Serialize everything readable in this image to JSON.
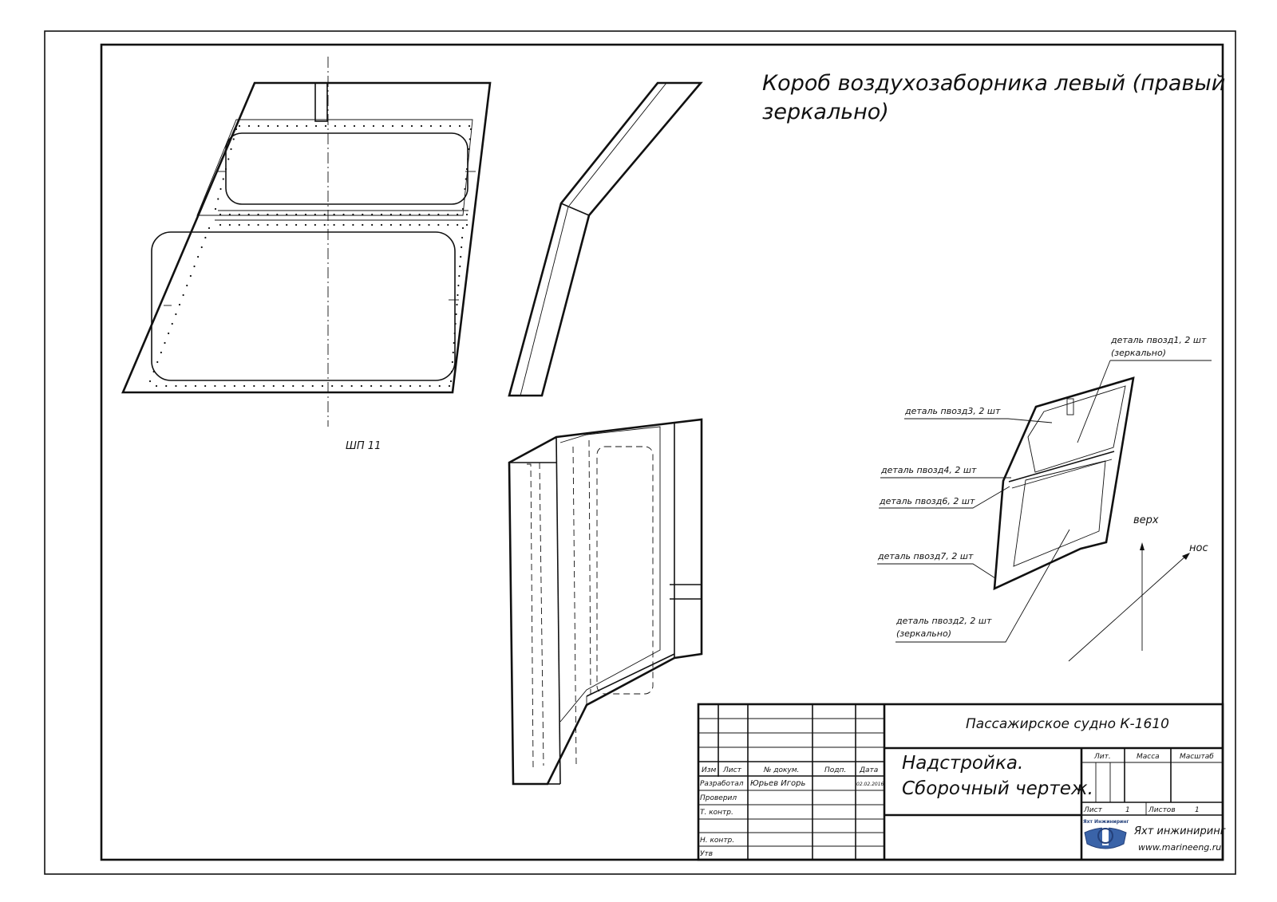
{
  "drawing": {
    "title_line1": "Короб воздухозаборника левый (правый",
    "title_line2": "зеркально)",
    "frame_label": "ШП 11"
  },
  "callouts": {
    "part1_line1": "деталь пвозд1, 2 шт",
    "part1_line2": "(зеркально)",
    "part3": "деталь пвозд3, 2 шт",
    "part4": "деталь пвозд4, 2 шт",
    "part6": "деталь пвозд6, 2 шт",
    "part7": "деталь пвозд7, 2 шт",
    "part2_line1": "деталь пвозд2, 2 шт",
    "part2_line2": "(зеркально)",
    "dir_up": "верх",
    "dir_bow": "нос"
  },
  "title_block": {
    "project": "Пассажирское судно К-1610",
    "doc_title_line1": "Надстройка.",
    "doc_title_line2": "Сборочный чертеж.",
    "col_izm": "Изм",
    "col_list": "Лист",
    "col_doc": "№ докум.",
    "col_sign": "Подп.",
    "col_date": "Дата",
    "row_developed": "Разработал",
    "developer": "Юрьев Игорь",
    "date": "02.02.2016",
    "row_checked": "Проверил",
    "row_tcontrol": "Т. контр.",
    "row_ncontrol": "Н. контр.",
    "row_approved": "Утв",
    "lit": "Лит.",
    "mass": "Масса",
    "scale": "Масштаб",
    "sheet_label": "Лист",
    "sheet_value": "1",
    "sheets_label": "Листов",
    "sheets_value": "1",
    "company_logo_text": "Яхт Инжиниринг",
    "company": "Яхт инжиниринг",
    "website": "www.marineeng.ru"
  }
}
